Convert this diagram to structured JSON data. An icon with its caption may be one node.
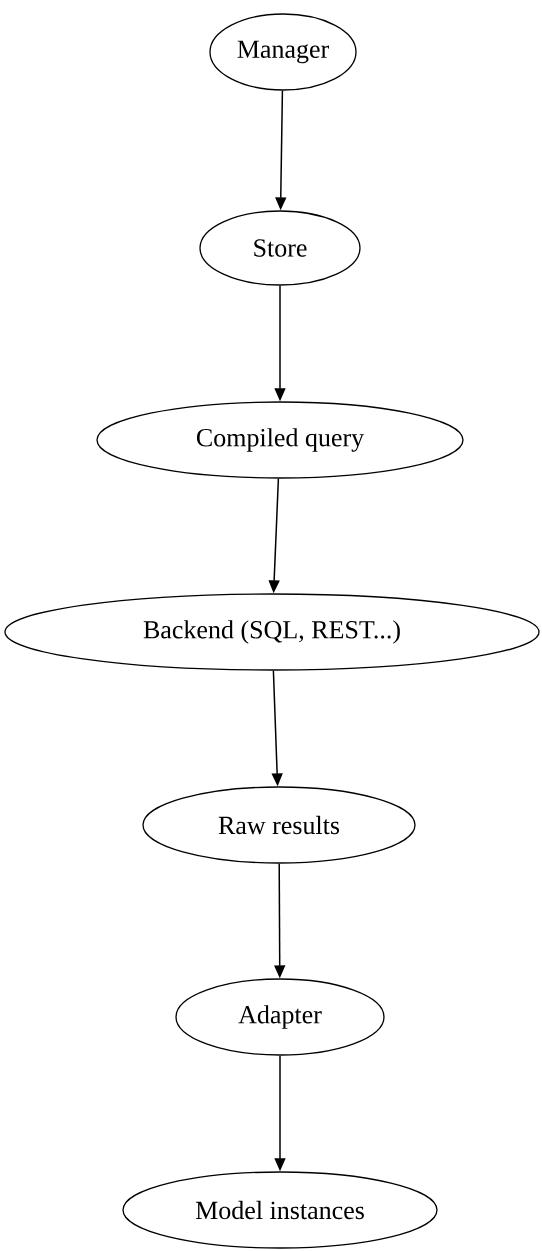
{
  "diagram": {
    "nodes": [
      {
        "text": [
          "Manager"
        ]
      },
      {
        "text": [
          "Store"
        ]
      },
      {
        "text": [
          "Compiled query"
        ]
      },
      {
        "text": [
          "Backend (SQL, REST...)"
        ]
      },
      {
        "text": [
          "Raw results"
        ]
      },
      {
        "text": [
          "Adapter"
        ]
      },
      {
        "text": [
          "Model instances"
        ]
      }
    ],
    "edges": [
      {
        "from": 0,
        "to": 1,
        "arrow": "to"
      },
      {
        "from": 1,
        "to": 2,
        "arrow": "to"
      },
      {
        "from": 2,
        "to": 3,
        "arrow": "to"
      },
      {
        "from": 3,
        "to": 4,
        "arrow": "to"
      },
      {
        "from": 4,
        "to": 5,
        "arrow": "to"
      },
      {
        "from": 5,
        "to": 6,
        "arrow": "to"
      }
    ]
  }
}
